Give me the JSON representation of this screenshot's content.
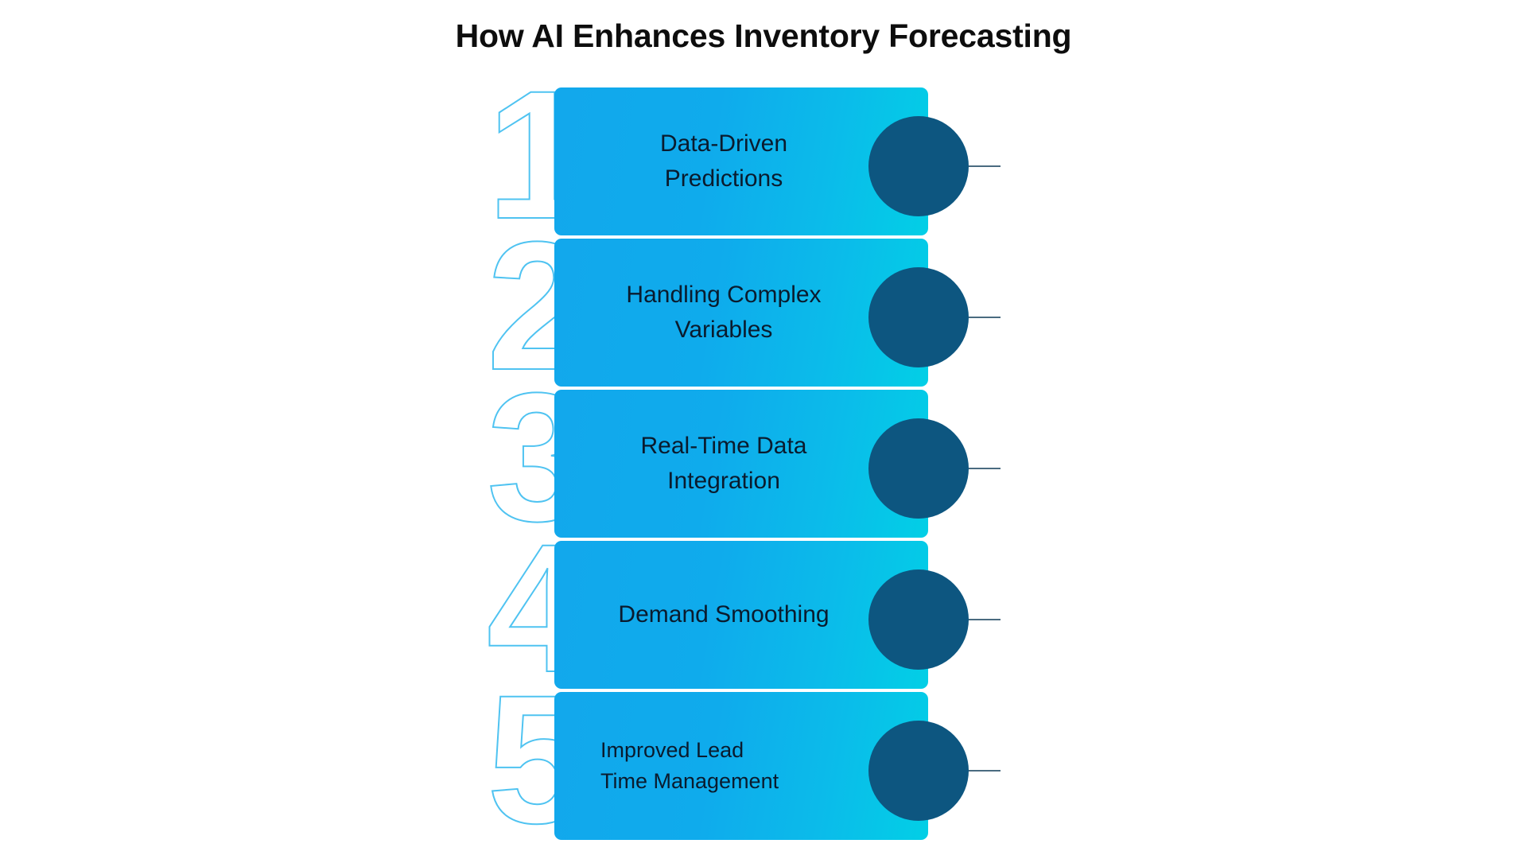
{
  "header": {
    "title": "How AI Enhances Inventory Forecasting"
  },
  "colors": {
    "card_gradient_start": "#12a8ec",
    "card_gradient_end": "#02cfe6",
    "node_circle": "#0d5680",
    "ghost_number_fill": "#ffffff",
    "ghost_number_outline": "#4fc3f1",
    "title_text": "#0d0d0d",
    "card_text": "#0a1b2e",
    "connector_line": "#4a6b80",
    "background": "#ffffff"
  },
  "steps": [
    {
      "number": "1",
      "label": "Data-Driven\nPredictions",
      "line1": "Data-Driven",
      "line2": "Predictions",
      "align": "center"
    },
    {
      "number": "2",
      "label": "Handling Complex\nVariables",
      "line1": "Handling Complex",
      "line2": "Variables",
      "align": "center"
    },
    {
      "number": "3",
      "label": "Real-Time Data\nIntegration",
      "line1": "Real-Time Data",
      "line2": "Integration",
      "align": "center"
    },
    {
      "number": "4",
      "label": "Demand Smoothing",
      "line1": "Demand Smoothing",
      "line2": "",
      "align": "center"
    },
    {
      "number": "5",
      "label": "Improved Lead\nTime Management",
      "line1": "Improved Lead",
      "line2": "Time Management",
      "align": "left"
    }
  ]
}
